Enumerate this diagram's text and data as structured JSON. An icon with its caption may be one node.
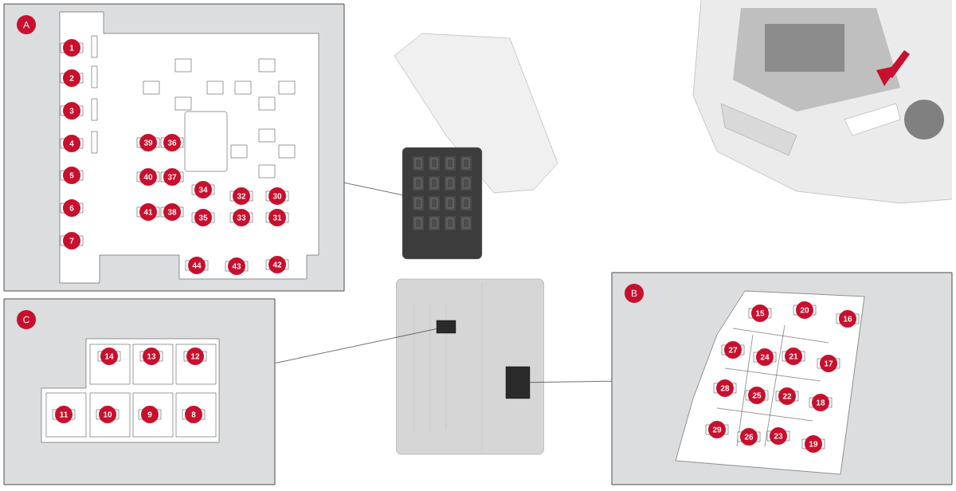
{
  "diagram": {
    "nodes": [
      {
        "text": [],
        "shape": "box"
      },
      {
        "text": [
          "1"
        ],
        "in": 0
      },
      {
        "text": [
          "2"
        ],
        "in": 0
      },
      {
        "text": [
          "3"
        ],
        "in": 0
      },
      {
        "text": [
          "4"
        ],
        "in": 0
      },
      {
        "text": [
          "5"
        ],
        "in": 0
      },
      {
        "text": [
          "6"
        ],
        "in": 0
      },
      {
        "text": [
          "7"
        ],
        "in": 0
      },
      {
        "text": [
          "39"
        ],
        "in": 0
      },
      {
        "text": [
          "36"
        ],
        "in": 0
      },
      {
        "text": [
          "40"
        ],
        "in": 0
      },
      {
        "text": [
          "37"
        ],
        "in": 0
      },
      {
        "text": [
          "34"
        ],
        "in": 0
      },
      {
        "text": [
          "32"
        ],
        "in": 0
      },
      {
        "text": [
          "30"
        ],
        "in": 0
      },
      {
        "text": [
          "41"
        ],
        "in": 0
      },
      {
        "text": [
          "38"
        ],
        "in": 0
      },
      {
        "text": [
          "35"
        ],
        "in": 0
      },
      {
        "text": [
          "33"
        ],
        "in": 0
      },
      {
        "text": [
          "31"
        ],
        "in": 0
      },
      {
        "text": [
          "44"
        ],
        "in": 0
      },
      {
        "text": [
          "43"
        ],
        "in": 0
      },
      {
        "text": [
          "42"
        ],
        "in": 0
      },
      {
        "text": [],
        "shape": "box"
      },
      {
        "text": [
          "14"
        ],
        "in": 23
      },
      {
        "text": [
          "13"
        ],
        "in": 23
      },
      {
        "text": [
          "12"
        ],
        "in": 23
      },
      {
        "text": [
          "11"
        ],
        "in": 23
      },
      {
        "text": [
          "10"
        ],
        "in": 23
      },
      {
        "text": [
          "9"
        ],
        "in": 23
      },
      {
        "text": [
          "8"
        ],
        "in": 23
      },
      {
        "text": [],
        "shape": "box"
      },
      {
        "text": [
          "15"
        ],
        "in": 31
      },
      {
        "text": [
          "20"
        ],
        "in": 31
      },
      {
        "text": [
          "16"
        ],
        "in": 31
      },
      {
        "text": [
          "27"
        ],
        "in": 31
      },
      {
        "text": [
          "24"
        ],
        "in": 31
      },
      {
        "text": [
          "21"
        ],
        "in": 31
      },
      {
        "text": [
          "17"
        ],
        "in": 31
      },
      {
        "text": [
          "28"
        ],
        "in": 31
      },
      {
        "text": [
          "25"
        ],
        "in": 31
      },
      {
        "text": [
          "22"
        ],
        "in": 31
      },
      {
        "text": [
          "18"
        ],
        "in": 31
      },
      {
        "text": [
          "29"
        ],
        "in": 31
      },
      {
        "text": [
          "26"
        ],
        "in": 31
      },
      {
        "text": [
          "23"
        ],
        "in": 31
      },
      {
        "text": [
          "19"
        ],
        "in": 31
      },
      {
        "text": [],
        "shape": "picture"
      },
      {
        "text": [],
        "shape": "picture"
      },
      {
        "text": [],
        "shape": "box",
        "in": 48
      },
      {
        "text": [],
        "shape": "box",
        "in": 48
      },
      {
        "text": [
          "A"
        ],
        "in": 0
      },
      {
        "text": [
          "C"
        ],
        "in": 23
      },
      {
        "text": [
          "B"
        ],
        "in": 31
      }
    ],
    "edges": [
      {
        "from": 0,
        "to": 47,
        "arrow": "none"
      },
      {
        "from": 23,
        "to": 49,
        "arrow": "none"
      },
      {
        "from": 31,
        "to": 50,
        "arrow": "none"
      }
    ]
  }
}
